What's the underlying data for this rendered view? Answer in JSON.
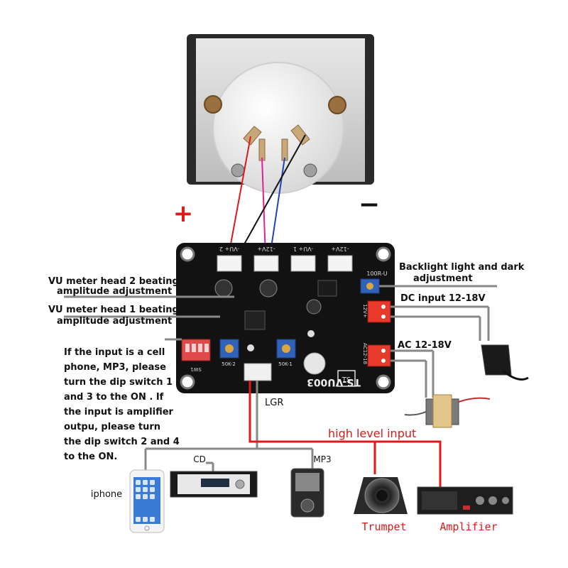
{
  "signs": {
    "plus": "+",
    "minus": "−"
  },
  "board": {
    "model": "TS-VU003",
    "connector_labels": [
      "-VU+ 2",
      "-12V+",
      "-VU+ 1",
      "-12V+"
    ],
    "pot_labels": [
      "50K-2",
      "50K-1"
    ],
    "trim_label": "100R-U",
    "dip_label": "SW1",
    "dc_side": "12V+",
    "ac_side": "AC12-18",
    "logo": "TS"
  },
  "annotations": {
    "backlight": [
      "Backlight light and dark",
      "adjustment"
    ],
    "dc_input": "DC input 12-18V",
    "ac_input": "AC 12-18V",
    "vu2": [
      "VU meter head 2 beating",
      "amplitude adjustment"
    ],
    "vu1": [
      "VU meter head 1 beating",
      "amplitude adjustment"
    ],
    "dip_note": [
      "If the input is a cell",
      "phone, MP3, please",
      "turn the dip switch 1",
      "and 3 to the ON . If",
      "the input is amplifier",
      "outpu, please turn",
      "the dip switch 2 and 4",
      "to the ON."
    ],
    "lgr": "LGR",
    "high_level": "high level input"
  },
  "devices": {
    "iphone": "iphone",
    "cd": "CD",
    "mp3": "MP3",
    "trumpet": "Trumpet",
    "amplifier": "Amplifier"
  },
  "colors": {
    "board": "#121212",
    "red_wire": "#e01818",
    "pink_wire": "#e0209a",
    "blue_wire": "#2244bb",
    "pot_blue": "#2f62b8",
    "terminal_red": "#e83a2a",
    "dip_red": "#e04a4a",
    "high_level_red": "#e01818"
  }
}
